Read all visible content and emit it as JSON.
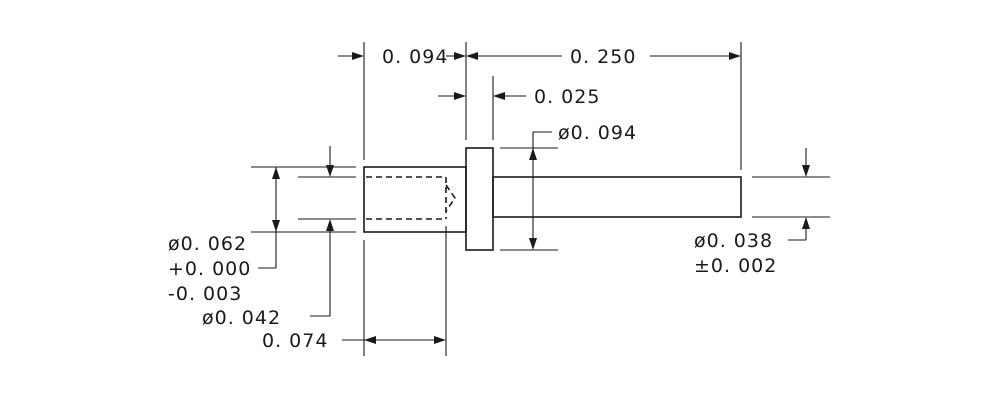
{
  "drawing": {
    "dimensions": {
      "socket_length": "0. 094",
      "pin_length": "0. 250",
      "flange_thickness": "0. 025",
      "flange_diameter": "ø0. 094",
      "socket_outer_diameter": "ø0. 062",
      "socket_outer_tol_plus": "+0. 000",
      "socket_outer_tol_minus": "-0. 003",
      "socket_bore_diameter": "ø0. 042",
      "bore_depth": "0. 074",
      "pin_diameter": "ø0. 038",
      "pin_diameter_tol": "±0. 002"
    },
    "colors": {
      "ink": "#1a1a1a",
      "background": "#ffffff"
    }
  }
}
